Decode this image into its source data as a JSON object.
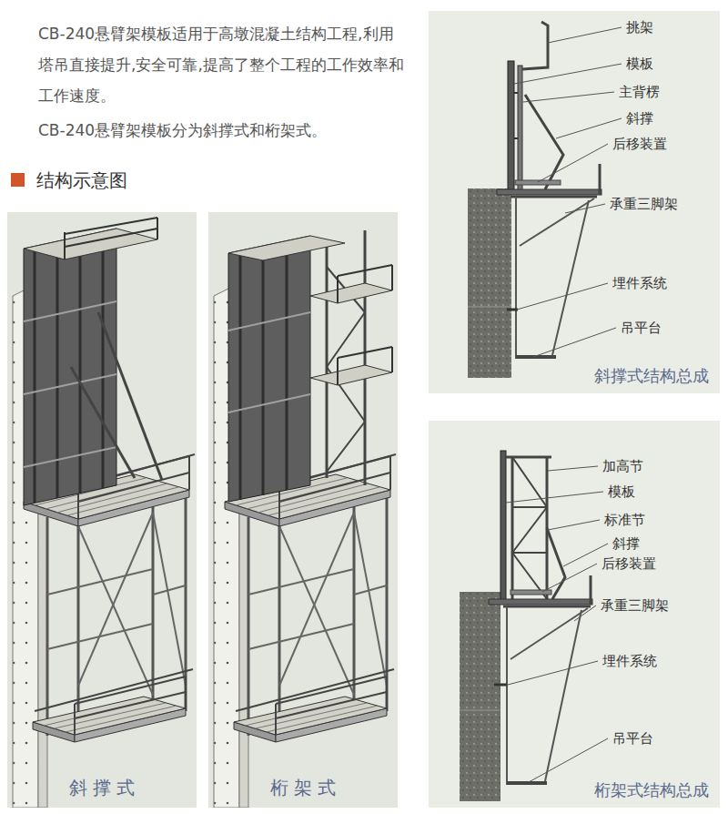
{
  "diagram": {
    "title": "结构示意图",
    "nodes": [
      {
        "text": [
          "斜 撑 式"
        ]
      },
      {
        "text": [
          "桁 架 式"
        ]
      },
      {
        "text": [
          "斜撑式结构总成"
        ]
      },
      {
        "text": [
          "桁架式结构总成"
        ]
      }
    ],
    "labels": [
      "CB-240悬臂架模板适用于高墩混凝土结构工程,利用塔吊直接提升,安全可靠,提高了整个工程的工作效率和工作速度。",
      "CB-240悬臂架模板分为斜撑式和桁架式。",
      "挑架",
      "模板",
      "主背楞",
      "斜撑",
      "后移装置",
      "承重三脚架",
      "埋件系统",
      "吊平台",
      "加高节",
      "模板",
      "标准节",
      "斜撑",
      "后移装置",
      "承重三脚架",
      "埋件系统",
      "吊平台"
    ]
  }
}
